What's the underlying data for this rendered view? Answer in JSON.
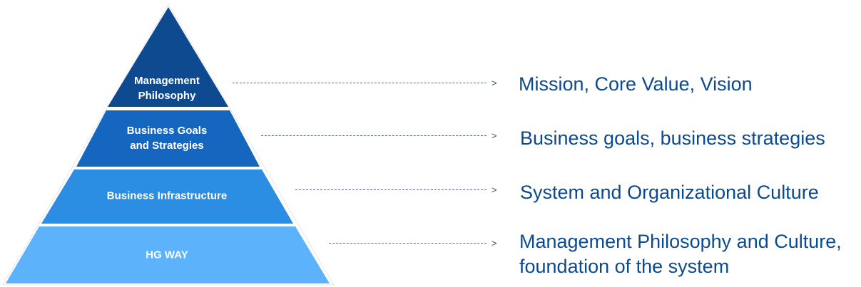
{
  "pyramid": {
    "tiers": [
      {
        "label": "Management\nPhilosophy",
        "color": "#0d4a8f"
      },
      {
        "label": "Business Goals\nand Strategies",
        "color": "#1466bf"
      },
      {
        "label": "Business Infrastructure",
        "color": "#2c8ee3"
      },
      {
        "label": "HG WAY",
        "color": "#5cb3fb"
      }
    ]
  },
  "descriptions": [
    {
      "text": "Mission, Core Value, Vision"
    },
    {
      "text": "Business goals, business strategies"
    },
    {
      "text": "System and Organizational Culture"
    },
    {
      "text": "Management Philosophy and Culture,\nfoundation of the system"
    }
  ],
  "arrow_glyph": ">",
  "colors": {
    "connector": "#5b7088",
    "description_text": "#0c4a8f"
  }
}
